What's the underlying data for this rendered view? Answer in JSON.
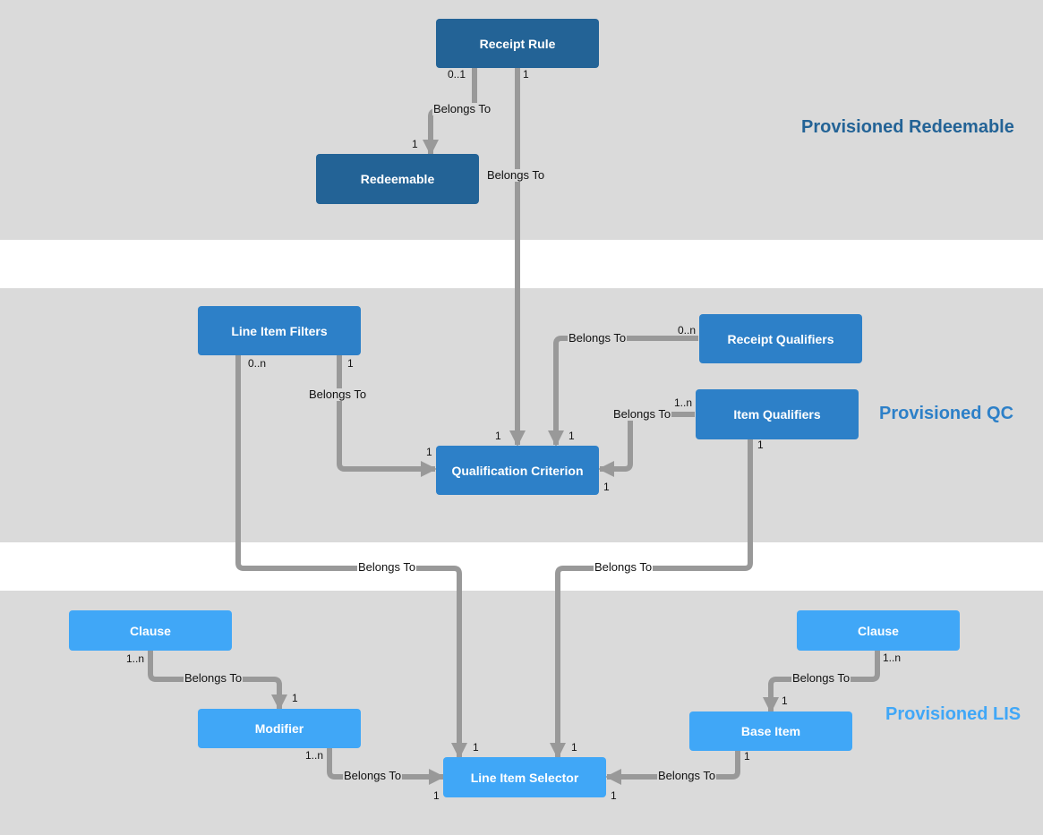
{
  "colors": {
    "band_background": "#dadada",
    "gap_background": "#ffffff",
    "connector": "#999999",
    "redeemable_entity": "#236396",
    "qc_entity": "#2d80c8",
    "lis_entity": "#40a7f7",
    "section_redeemable": "#236396",
    "section_qc": "#2d80c8",
    "section_lis": "#40a7f7"
  },
  "sections": {
    "redeemable": "Provisioned Redeemable",
    "qc": "Provisioned QC",
    "lis": "Provisioned LIS"
  },
  "entities": {
    "receipt_rule": "Receipt Rule",
    "redeemable": "Redeemable",
    "line_item_filters": "Line Item Filters",
    "receipt_qualifiers": "Receipt Qualifiers",
    "item_qualifiers": "Item Qualifiers",
    "qualification_criterion": "Qualification Criterion",
    "clause_left": "Clause",
    "clause_right": "Clause",
    "modifier": "Modifier",
    "base_item": "Base Item",
    "line_item_selector": "Line Item Selector"
  },
  "relationship_label": "Belongs To",
  "relationships": [
    {
      "from": "Receipt Rule",
      "to": "Redeemable",
      "label": "Belongs To",
      "from_mult": "0..1",
      "to_mult": "1"
    },
    {
      "from": "Receipt Rule",
      "to": "Qualification Criterion",
      "label": "Belongs To",
      "from_mult": "1",
      "to_mult": "1"
    },
    {
      "from": "Line Item Filters",
      "to": "Qualification Criterion",
      "label": "Belongs To",
      "from_mult": "1",
      "to_mult": "1"
    },
    {
      "from": "Receipt Qualifiers",
      "to": "Qualification Criterion",
      "label": "Belongs To",
      "from_mult": "0..n",
      "to_mult": "1"
    },
    {
      "from": "Item Qualifiers",
      "to": "Qualification Criterion",
      "label": "Belongs To",
      "from_mult": "1..n",
      "to_mult": "1"
    },
    {
      "from": "Line Item Filters",
      "to": "Line Item Selector",
      "label": "Belongs To",
      "from_mult": "0..n",
      "to_mult": "1"
    },
    {
      "from": "Item Qualifiers",
      "to": "Line Item Selector",
      "label": "Belongs To",
      "from_mult": "1",
      "to_mult": "1"
    },
    {
      "from": "Clause",
      "to": "Modifier",
      "label": "Belongs To",
      "from_mult": "1..n",
      "to_mult": "1"
    },
    {
      "from": "Modifier",
      "to": "Line Item Selector",
      "label": "Belongs To",
      "from_mult": "1..n",
      "to_mult": "1"
    },
    {
      "from": "Clause",
      "to": "Base Item",
      "label": "Belongs To",
      "from_mult": "1..n",
      "to_mult": "1"
    },
    {
      "from": "Base Item",
      "to": "Line Item Selector",
      "label": "Belongs To",
      "from_mult": "1",
      "to_mult": "1"
    }
  ]
}
